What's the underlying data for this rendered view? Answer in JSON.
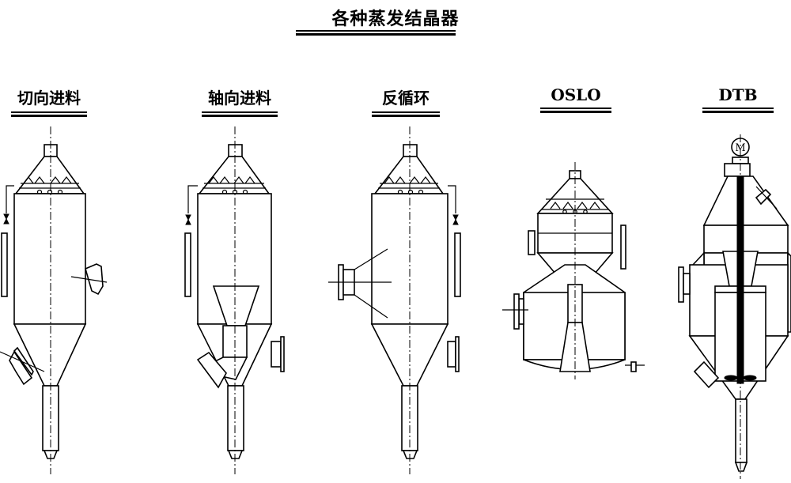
{
  "title": "各种蒸发结晶器",
  "labels": [
    {
      "key": "tangential",
      "text": "切向进料"
    },
    {
      "key": "axial",
      "text": "轴向进料"
    },
    {
      "key": "recirculation",
      "text": "反循环"
    },
    {
      "key": "oslo",
      "text": "OSLO"
    },
    {
      "key": "dtb",
      "text": "DTB"
    }
  ],
  "motor_symbol": "M"
}
